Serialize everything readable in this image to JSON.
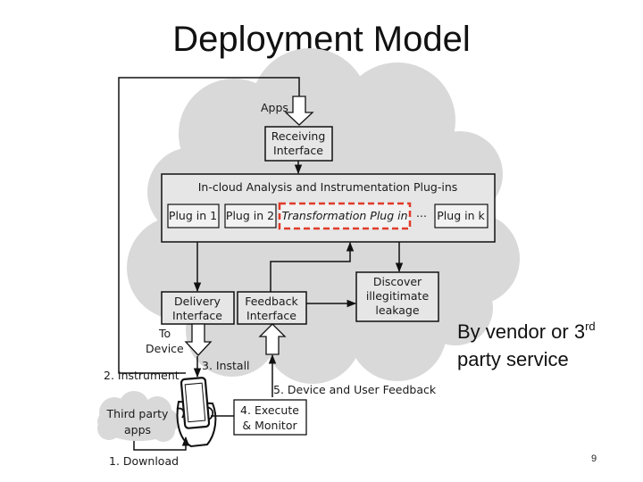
{
  "slide": {
    "title": "Deployment Model",
    "side_note": {
      "line1_pre": "By vendor or 3",
      "superscript": "rd",
      "line2": "party service"
    },
    "page_number": "9"
  },
  "diagram": {
    "apps_label": "Apps",
    "receiving_interface": [
      "Receiving",
      "Interface"
    ],
    "analysis_title": "In-cloud Analysis and Instrumentation Plug-ins",
    "plugins": [
      "Plug in 1",
      "Plug in 2",
      "Transformation Plug in",
      "...",
      "Plug in k"
    ],
    "delivery_interface": [
      "Delivery",
      "Interface"
    ],
    "feedback_interface": [
      "Feedback",
      "Interface"
    ],
    "discover": [
      "Discover",
      "illegitimate",
      "leakage"
    ],
    "to_device": [
      "To",
      "Device"
    ],
    "steps": {
      "instrument": "2. Instrument",
      "install": "3. Install",
      "feedback": "5. Device and User Feedback",
      "execute": [
        "4. Execute",
        "& Monitor"
      ],
      "download": "1. Download"
    },
    "third_party": [
      "Third party",
      "apps"
    ],
    "colors": {
      "cloud_fill": "#d9d9d9",
      "box_fill": "#e6e6e6",
      "transformation_border": "#e03b2a"
    }
  }
}
